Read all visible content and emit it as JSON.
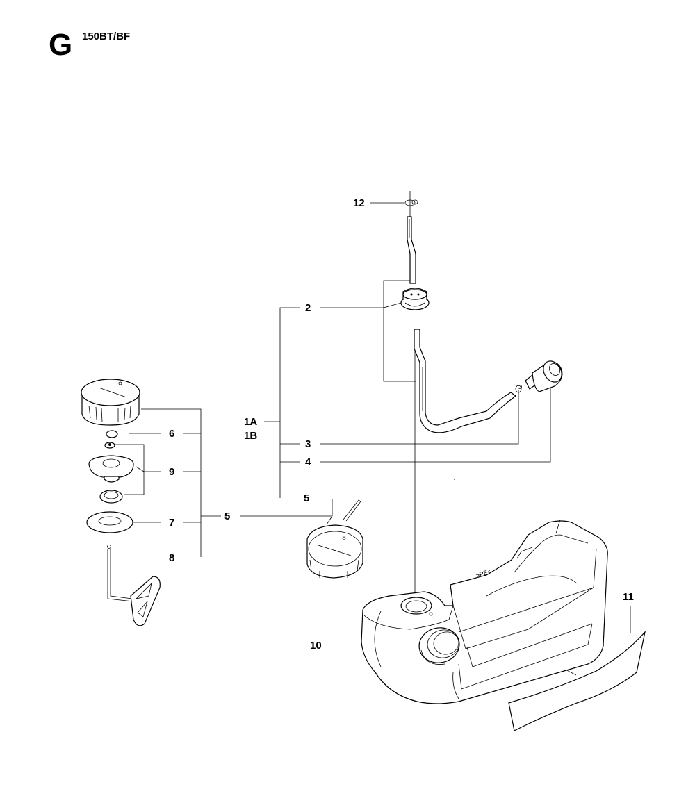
{
  "header": {
    "section_letter": "G",
    "model": "150BT/BF"
  },
  "labels": {
    "l12": "12",
    "l2": "2",
    "l1a": "1A",
    "l1b": "1B",
    "l3": "3",
    "l4": "4",
    "l6": "6",
    "l9": "9",
    "l7": "7",
    "l8": "8",
    "l5_left": "5",
    "l5_top": "5",
    "l10": "10",
    "l11": "11"
  }
}
